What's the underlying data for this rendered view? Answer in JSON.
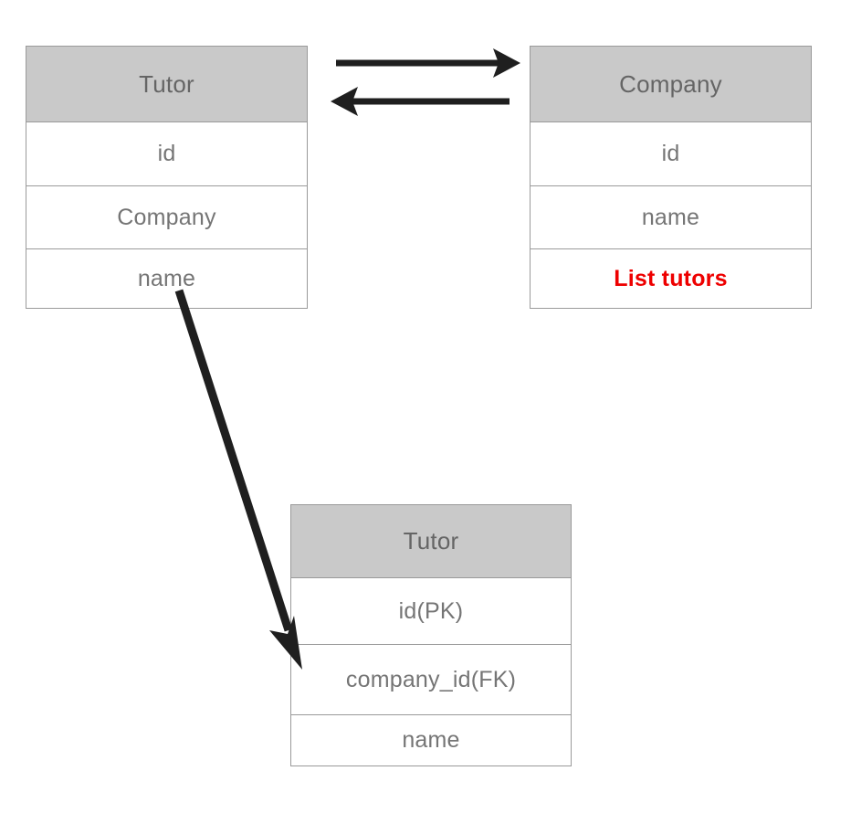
{
  "diagram": {
    "title": "",
    "colors": {
      "header_fill": "#c9c9c9",
      "row_fill": "#ffffff",
      "border": "#9a9a9a",
      "text": "#757575",
      "header_text": "#656565",
      "highlight_text": "#ee0000",
      "arrow": "#1f1f1f"
    },
    "entities": [
      {
        "id": "tutor-left",
        "header": "Tutor",
        "rows": [
          {
            "label": "id",
            "highlight": false
          },
          {
            "label": "Company",
            "highlight": false
          },
          {
            "label": "name",
            "highlight": false
          }
        ]
      },
      {
        "id": "company",
        "header": "Company",
        "rows": [
          {
            "label": "id",
            "highlight": false
          },
          {
            "label": "name",
            "highlight": false
          },
          {
            "label": "List tutors",
            "highlight": true
          }
        ]
      },
      {
        "id": "tutor-bottom",
        "header": "Tutor",
        "rows": [
          {
            "label": "id(PK)",
            "highlight": false
          },
          {
            "label": "company_id(FK)",
            "highlight": false
          },
          {
            "label": "name",
            "highlight": false
          }
        ]
      }
    ],
    "connectors": [
      {
        "id": "tutor-to-company",
        "label": "",
        "direction": "right",
        "from": "tutor-left",
        "to": "company"
      },
      {
        "id": "company-to-tutor",
        "label": "",
        "direction": "left",
        "from": "company",
        "to": "tutor-left"
      },
      {
        "id": "tutor-left-to-tutor-bottom",
        "label": "",
        "direction": "down-right",
        "from": "tutor-left",
        "to": "tutor-bottom"
      }
    ]
  }
}
